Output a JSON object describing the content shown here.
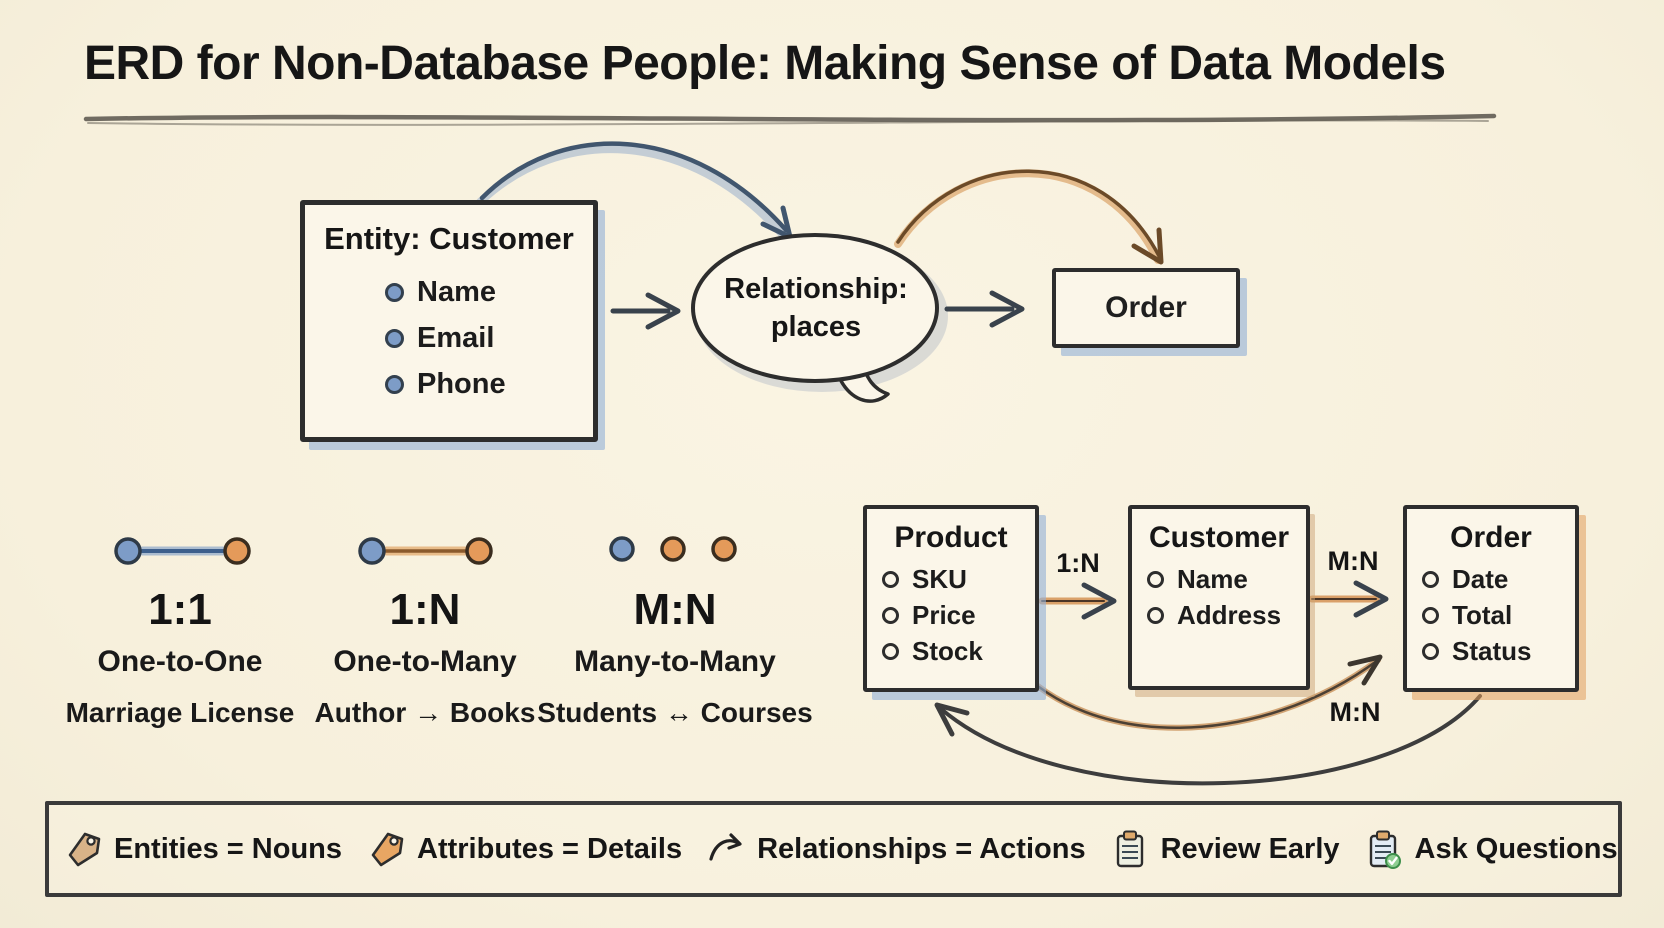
{
  "title": "ERD for Non-Database People: Making Sense of Data Models",
  "flow": {
    "entity": {
      "title": "Entity: Customer",
      "attributes": [
        "Name",
        "Email",
        "Phone"
      ]
    },
    "bubble": {
      "line1": "Relationship:",
      "line2": "places"
    },
    "order": {
      "label": "Order"
    }
  },
  "cardinalities": [
    {
      "code": "1:1",
      "name": "One-to-One",
      "example": "Marriage License",
      "glyph": "two-dots-blue-line"
    },
    {
      "code": "1:N",
      "name": "One-to-Many",
      "example": "Author → Books",
      "glyph": "two-dots-orange-line"
    },
    {
      "code": "M:N",
      "name": "Many-to-Many",
      "example": "Students ↔ Courses",
      "glyph": "three-dots"
    }
  ],
  "erd": {
    "entities": [
      {
        "title": "Product",
        "attributes": [
          "SKU",
          "Price",
          "Stock"
        ]
      },
      {
        "title": "Customer",
        "attributes": [
          "Name",
          "Address"
        ]
      },
      {
        "title": "Order",
        "attributes": [
          "Date",
          "Total",
          "Status"
        ]
      }
    ],
    "links": [
      {
        "label": "1:N"
      },
      {
        "label": "M:N"
      }
    ],
    "bottom_label": "M:N"
  },
  "legend": {
    "items": [
      {
        "icon": "tag-tan-icon",
        "label": "Entities = Nouns"
      },
      {
        "icon": "tag-orange-icon",
        "label": "Attributes = Details"
      },
      {
        "icon": "curved-arrow-icon",
        "label": "Relationships = Actions"
      },
      {
        "icon": "clipboard-icon",
        "label": "Review Early"
      },
      {
        "icon": "clipboard-check-icon",
        "label": "Ask Questions"
      }
    ]
  },
  "colors": {
    "paper": "#f8f1de",
    "ink": "#2d2d2d",
    "accent_blue": "#7d9cc7",
    "accent_orange": "#e49a5a",
    "line_blue": "#4c74a6",
    "line_orange": "#c07f40",
    "shadow_blue": "#94b1d6",
    "shadow_orange": "#e29e5c"
  }
}
